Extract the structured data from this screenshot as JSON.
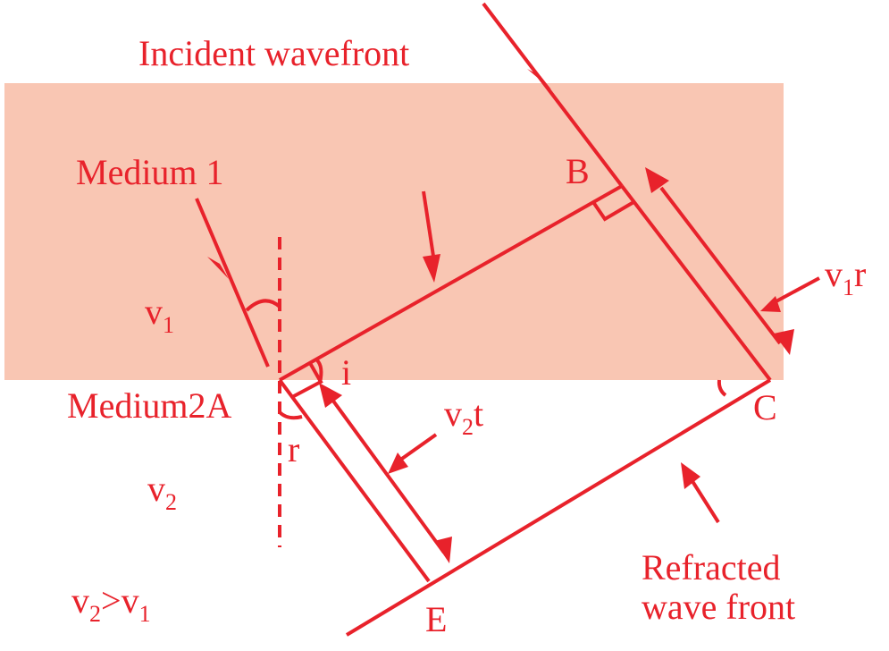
{
  "colors": {
    "ink": "#e8222b",
    "medium1_fill": "#f9c6b3",
    "background": "#ffffff"
  },
  "labels": {
    "incident_wavefront": "Incident wavefront",
    "medium1": "Medium 1",
    "medium2": "Medium2A",
    "point_b": "B",
    "point_c": "C",
    "point_e": "E",
    "angle_i": "i",
    "angle_r": "r",
    "v1": {
      "base": "v",
      "sub": "1"
    },
    "v2": {
      "base": "v",
      "sub": "2"
    },
    "v1r": {
      "base": "v",
      "sub": "1",
      "tail": "r"
    },
    "v2t": {
      "base": "v",
      "sub": "2",
      "tail": "t"
    },
    "v_relation": {
      "a": "v",
      "a_sub": "2",
      "op": ">",
      "b": "v",
      "b_sub": "1"
    },
    "refracted_line1": "Refracted",
    "refracted_line2": "wave front"
  }
}
